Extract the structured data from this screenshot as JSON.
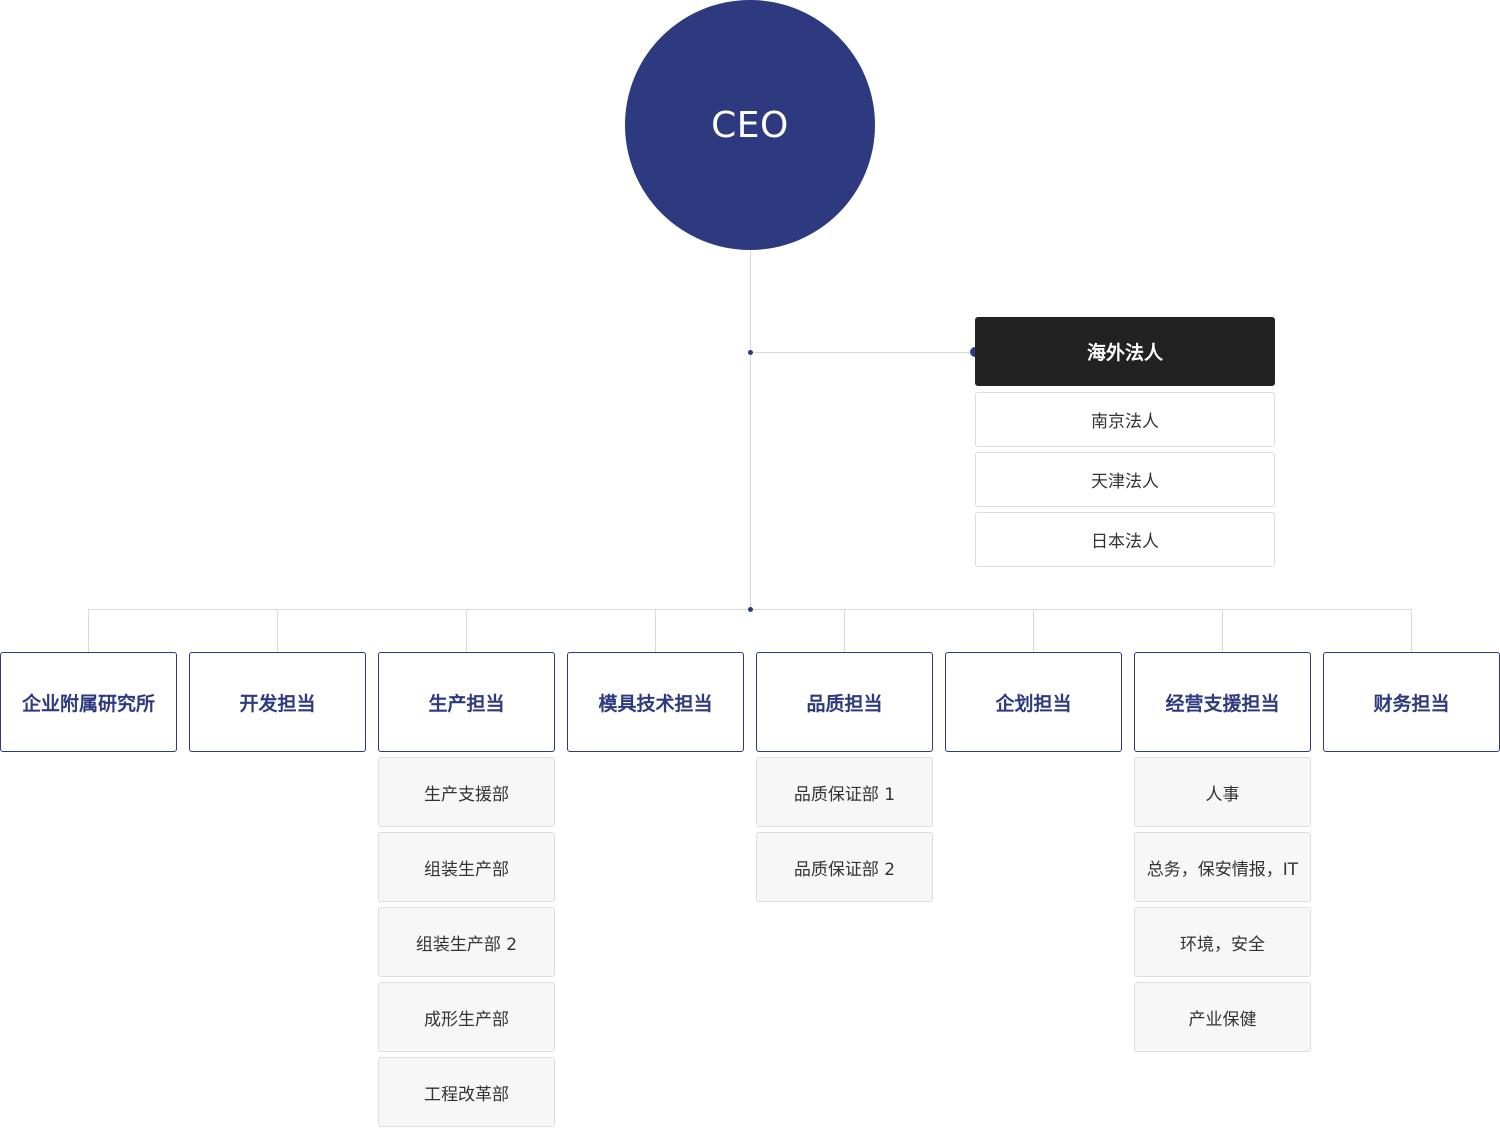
{
  "ceo": {
    "label": "CEO"
  },
  "overseas": {
    "title": "海外法人",
    "items": [
      "南京法人",
      "天津法人",
      "日本法人"
    ]
  },
  "departments": [
    {
      "label": "企业附属研究所",
      "subs": []
    },
    {
      "label": "开发担当",
      "subs": []
    },
    {
      "label": "生产担当",
      "subs": [
        "生产支援部",
        "组装生产部",
        "组装生产部 2",
        "成形生产部",
        "工程改革部"
      ]
    },
    {
      "label": "模具技术担当",
      "subs": []
    },
    {
      "label": "品质担当",
      "subs": [
        "品质保证部 1",
        "品质保证部 2"
      ]
    },
    {
      "label": "企划担当",
      "subs": []
    },
    {
      "label": "经营支援担当",
      "subs": [
        "人事",
        "总务，保安情报，IT",
        "环境，安全",
        "产业保健"
      ]
    },
    {
      "label": "财务担当",
      "subs": []
    }
  ],
  "colors": {
    "primary": "#2e3a80",
    "dark_box": "#222222",
    "connector": "#d9d9de",
    "sub_bg": "#f7f7f7"
  }
}
